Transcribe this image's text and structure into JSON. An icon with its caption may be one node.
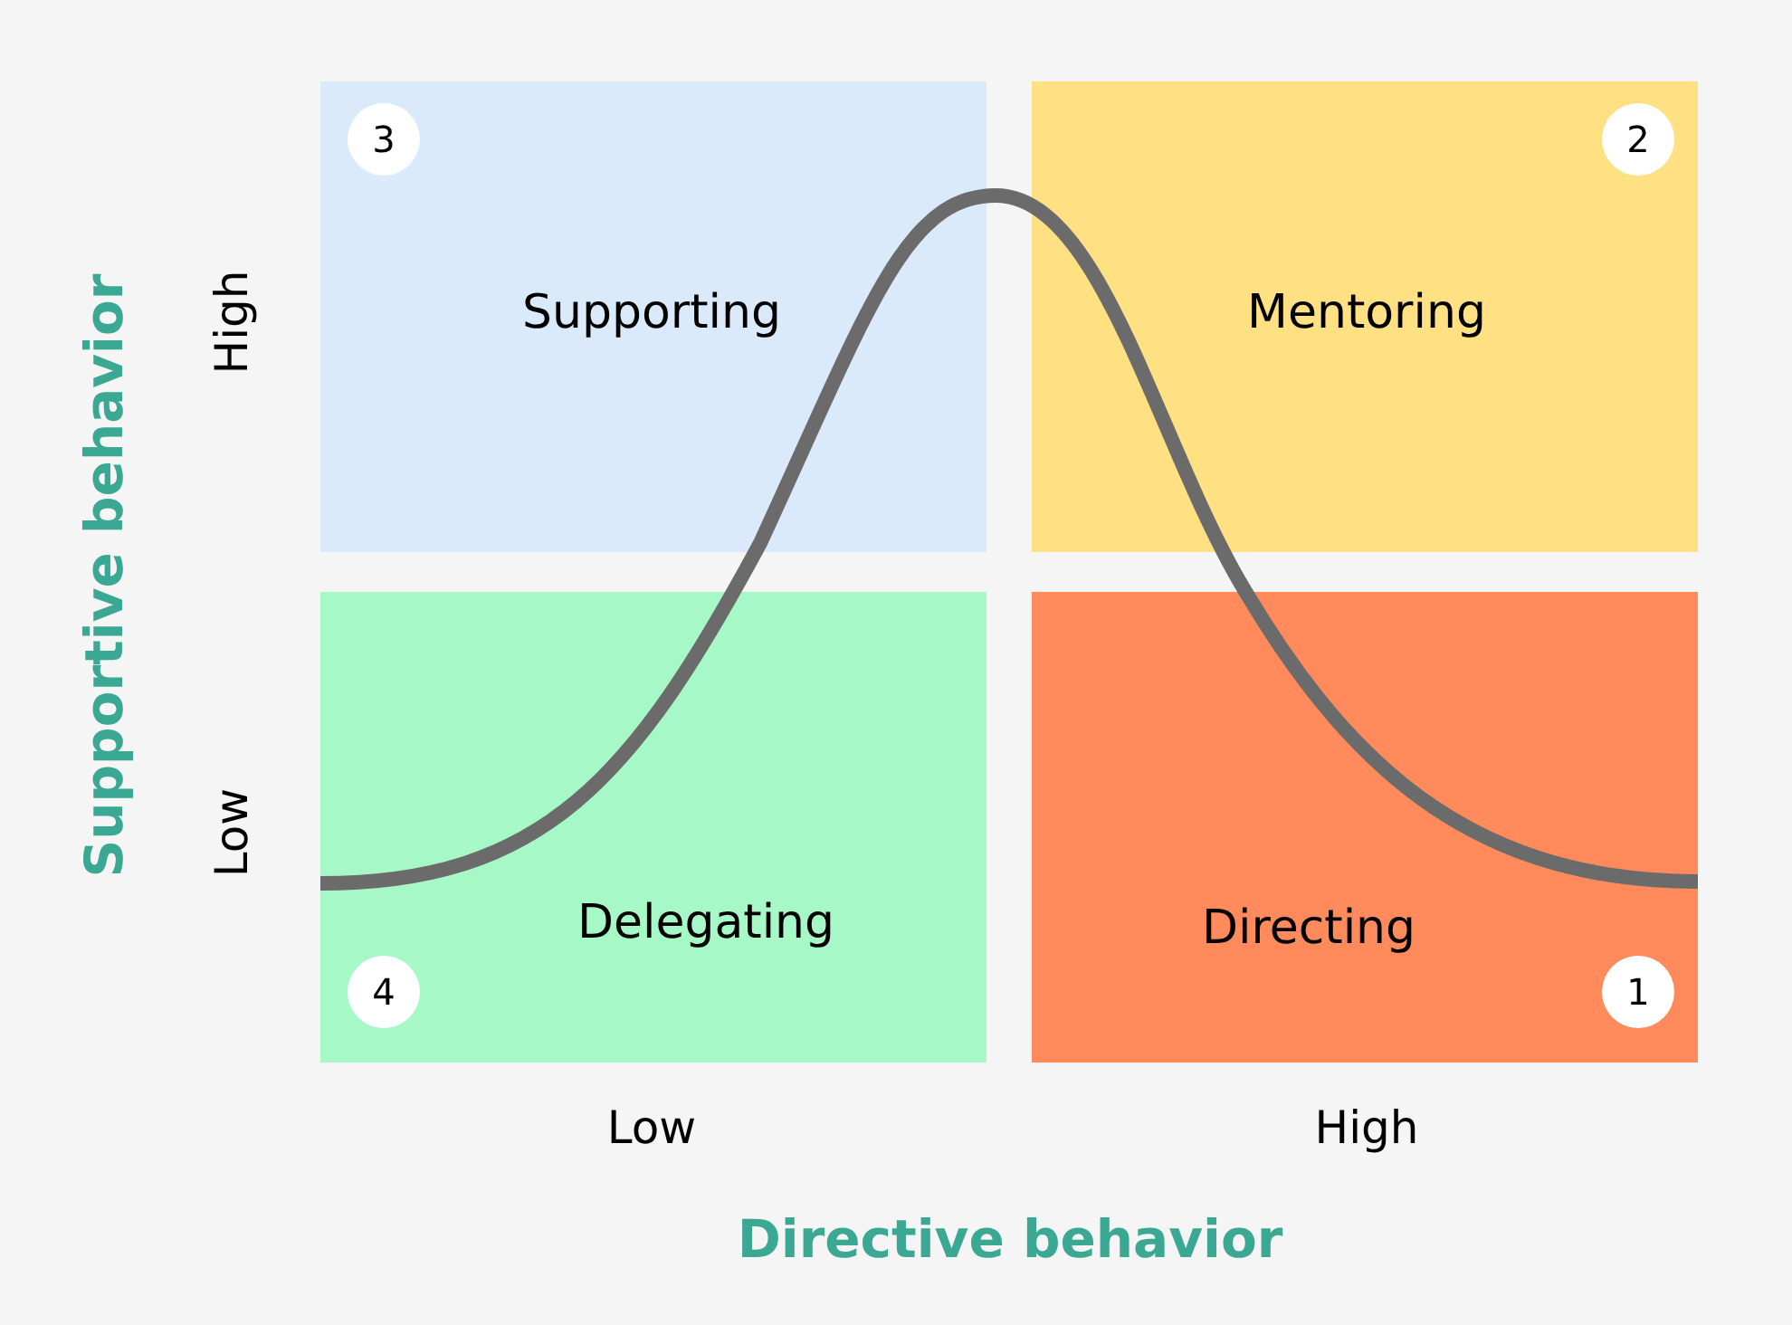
{
  "diagram": {
    "nodes": [
      {
        "text": [
          "Supporting"
        ]
      },
      {
        "text": [
          "3"
        ],
        "in": 0
      },
      {
        "text": [
          "Mentoring"
        ]
      },
      {
        "text": [
          "2"
        ],
        "in": 2
      },
      {
        "text": [
          "Delegating"
        ]
      },
      {
        "text": [
          "4"
        ],
        "in": 4
      },
      {
        "text": [
          "Directing"
        ]
      },
      {
        "text": [
          "1"
        ],
        "in": 6
      }
    ],
    "labels": [
      "Supportive behavior",
      "High",
      "Low",
      "Low",
      "High",
      "Directive behavior"
    ]
  }
}
